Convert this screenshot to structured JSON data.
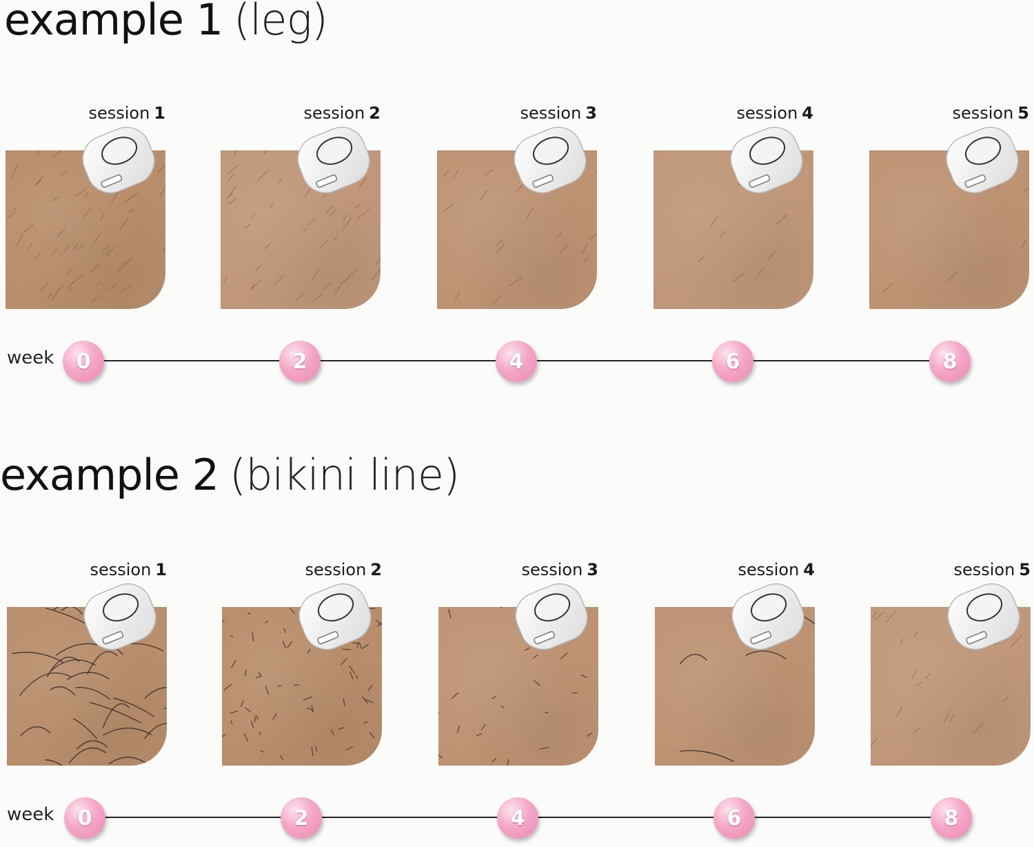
{
  "examples": [
    {
      "title": "example 1",
      "subtitle": "(leg)",
      "week_label": "week",
      "sessions": [
        {
          "label": "session",
          "number": "1",
          "week": "0"
        },
        {
          "label": "session",
          "number": "2",
          "week": "2"
        },
        {
          "label": "session",
          "number": "3",
          "week": "4"
        },
        {
          "label": "session",
          "number": "4",
          "week": "6"
        },
        {
          "label": "session",
          "number": "5",
          "week": "8"
        }
      ]
    },
    {
      "title": "example 2",
      "subtitle": "(bikini line)",
      "week_label": "week",
      "sessions": [
        {
          "label": "session",
          "number": "1",
          "week": "0"
        },
        {
          "label": "session",
          "number": "2",
          "week": "2"
        },
        {
          "label": "session",
          "number": "3",
          "week": "4"
        },
        {
          "label": "session",
          "number": "4",
          "week": "6"
        },
        {
          "label": "session",
          "number": "5",
          "week": "8"
        }
      ]
    }
  ],
  "colors": {
    "skin": "#b88e6c",
    "week_circle": "#f4a7c6",
    "device": "#ffffff"
  },
  "icons": {
    "device": "ipl-device-icon"
  }
}
